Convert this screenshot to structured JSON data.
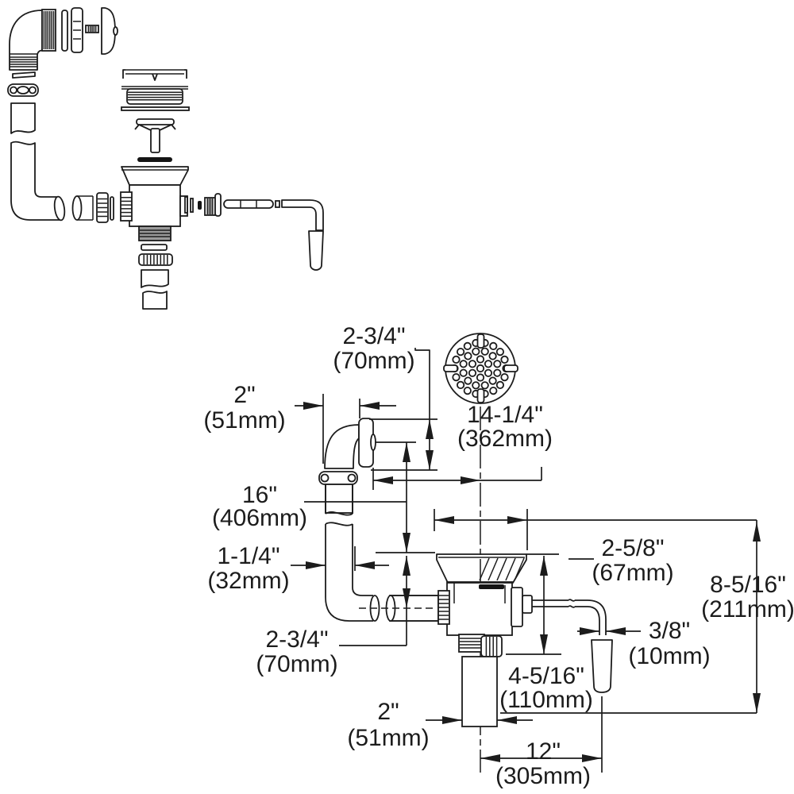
{
  "colors": {
    "line": "#1c1c1c",
    "background": "#ffffff",
    "thread_fill": "#9a9a9a",
    "gasket_fill": "#141414"
  },
  "dimensions": {
    "elbow_height": {
      "in": "2-3/4\"",
      "mm": "(70mm)"
    },
    "elbow_od": {
      "in": "2\"",
      "mm": "(51mm)"
    },
    "overflow_to_drain_center": {
      "in": "14-1/4\"",
      "mm": "(362mm)"
    },
    "overflow_tube_length": {
      "in": "16\"",
      "mm": "(406mm)"
    },
    "overflow_tube_od": {
      "in": "1-1/4\"",
      "mm": "(32mm)"
    },
    "flange_radius": {
      "in": "2-5/8\"",
      "mm": "(67mm)"
    },
    "overall_height": {
      "in": "8-5/16\"",
      "mm": "(211mm)"
    },
    "flange_to_inlet_center": {
      "in": "2-3/4\"",
      "mm": "(70mm)"
    },
    "rod_od": {
      "in": "3/8\"",
      "mm": "(10mm)"
    },
    "body_depth": {
      "in": "4-5/16\"",
      "mm": "(110mm)"
    },
    "tailpiece_od": {
      "in": "2\"",
      "mm": "(51mm)"
    },
    "center_to_handle": {
      "in": "12\"",
      "mm": "(305mm)"
    }
  }
}
